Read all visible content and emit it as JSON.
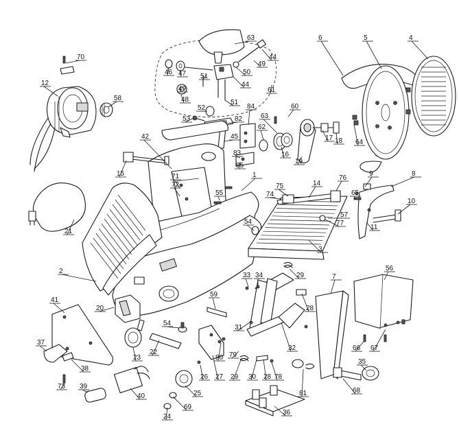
{
  "labels": [
    {
      "id": "70",
      "text": "70"
    },
    {
      "id": "71",
      "text": "71"
    },
    {
      "id": "72",
      "text": "72"
    },
    {
      "id": "12",
      "text": "12"
    },
    {
      "id": "58",
      "text": "58"
    },
    {
      "id": "15",
      "text": "15"
    },
    {
      "id": "21",
      "text": "21"
    },
    {
      "id": "2",
      "text": "2"
    },
    {
      "id": "41",
      "text": "41"
    },
    {
      "id": "37",
      "text": "37"
    },
    {
      "id": "73",
      "text": "73"
    },
    {
      "id": "38",
      "text": "38"
    },
    {
      "id": "39",
      "text": "39"
    },
    {
      "id": "40",
      "text": "40"
    },
    {
      "id": "20",
      "text": "20"
    },
    {
      "id": "23",
      "text": "23"
    },
    {
      "id": "22",
      "text": "22"
    },
    {
      "id": "54a",
      "text": "54"
    },
    {
      "id": "54b",
      "text": "54"
    },
    {
      "id": "24",
      "text": "24"
    },
    {
      "id": "69",
      "text": "69"
    },
    {
      "id": "25",
      "text": "25"
    },
    {
      "id": "26",
      "text": "26"
    },
    {
      "id": "27",
      "text": "27"
    },
    {
      "id": "80",
      "text": "80"
    },
    {
      "id": "59",
      "text": "59"
    },
    {
      "id": "42",
      "text": "42"
    },
    {
      "id": "55",
      "text": "55"
    },
    {
      "id": "1",
      "text": "1"
    },
    {
      "id": "53",
      "text": "53"
    },
    {
      "id": "52",
      "text": "52"
    },
    {
      "id": "82",
      "text": "82"
    },
    {
      "id": "45",
      "text": "45"
    },
    {
      "id": "83",
      "text": "83"
    },
    {
      "id": "85",
      "text": "85"
    },
    {
      "id": "84",
      "text": "84"
    },
    {
      "id": "62",
      "text": "62"
    },
    {
      "id": "63a",
      "text": "63"
    },
    {
      "id": "63b",
      "text": "63"
    },
    {
      "id": "46",
      "text": "46"
    },
    {
      "id": "47",
      "text": "47"
    },
    {
      "id": "48",
      "text": "48"
    },
    {
      "id": "49a",
      "text": "49"
    },
    {
      "id": "49b",
      "text": "49"
    },
    {
      "id": "50",
      "text": "50"
    },
    {
      "id": "51a",
      "text": "51"
    },
    {
      "id": "51b",
      "text": "51"
    },
    {
      "id": "44a",
      "text": "44"
    },
    {
      "id": "44b",
      "text": "44"
    },
    {
      "id": "61",
      "text": "61"
    },
    {
      "id": "60",
      "text": "60"
    },
    {
      "id": "16",
      "text": "16"
    },
    {
      "id": "19",
      "text": "19"
    },
    {
      "id": "17",
      "text": "17"
    },
    {
      "id": "18",
      "text": "18"
    },
    {
      "id": "6",
      "text": "6"
    },
    {
      "id": "5",
      "text": "5"
    },
    {
      "id": "4",
      "text": "4"
    },
    {
      "id": "64",
      "text": "64"
    },
    {
      "id": "9",
      "text": "9"
    },
    {
      "id": "8",
      "text": "8"
    },
    {
      "id": "65",
      "text": "65"
    },
    {
      "id": "10",
      "text": "10"
    },
    {
      "id": "11",
      "text": "11"
    },
    {
      "id": "14",
      "text": "14"
    },
    {
      "id": "74",
      "text": "74"
    },
    {
      "id": "75",
      "text": "75"
    },
    {
      "id": "76",
      "text": "76"
    },
    {
      "id": "57",
      "text": "57"
    },
    {
      "id": "77",
      "text": "77"
    },
    {
      "id": "3",
      "text": "3"
    },
    {
      "id": "33",
      "text": "33"
    },
    {
      "id": "34",
      "text": "34"
    },
    {
      "id": "29a",
      "text": "29"
    },
    {
      "id": "29b",
      "text": "29"
    },
    {
      "id": "28a",
      "text": "28"
    },
    {
      "id": "28b",
      "text": "28"
    },
    {
      "id": "31",
      "text": "31"
    },
    {
      "id": "30",
      "text": "30"
    },
    {
      "id": "32",
      "text": "32"
    },
    {
      "id": "79",
      "text": "79"
    },
    {
      "id": "78",
      "text": "78"
    },
    {
      "id": "7",
      "text": "7"
    },
    {
      "id": "56",
      "text": "56"
    },
    {
      "id": "66",
      "text": "66"
    },
    {
      "id": "67",
      "text": "67"
    },
    {
      "id": "35",
      "text": "35"
    },
    {
      "id": "68",
      "text": "68"
    },
    {
      "id": "81",
      "text": "81"
    },
    {
      "id": "36",
      "text": "36"
    }
  ]
}
